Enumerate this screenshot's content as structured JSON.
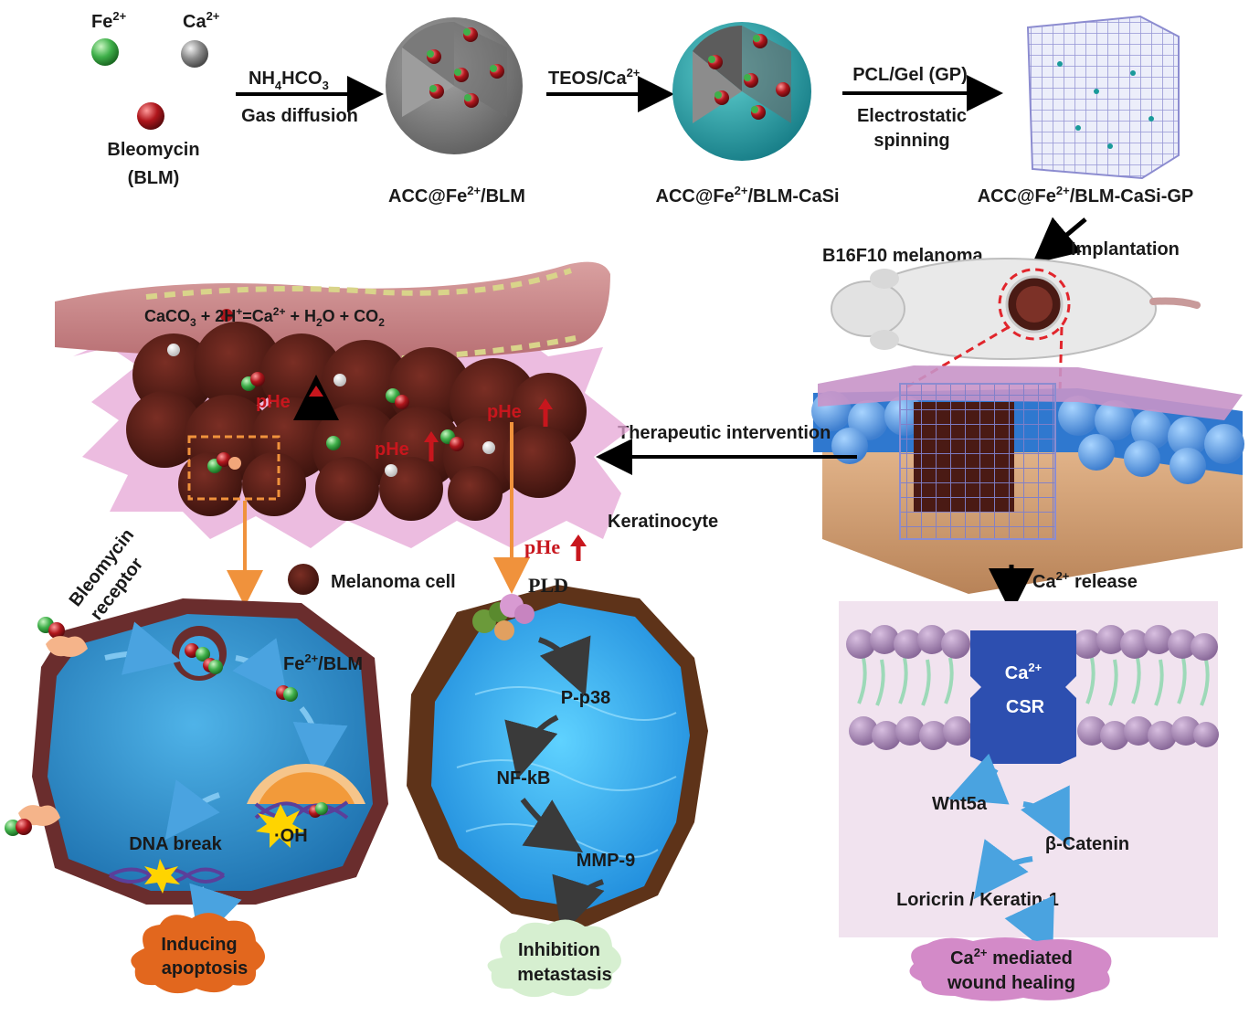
{
  "legend": {
    "fe": "Fe",
    "ca": "Ca",
    "charge": "2+",
    "bleomycin": "Bleomycin",
    "blm_abbr": "(BLM)"
  },
  "synthesis": {
    "step1_reagent_main": "NH",
    "step1_reagent_sub": "4",
    "step1_reagent_mid": "HCO",
    "step1_reagent_sub2": "3",
    "step1_method": "Gas diffusion",
    "product1_a": "ACC@Fe",
    "product1_b": "/BLM",
    "step2_reagent": "TEOS/Ca",
    "product2_a": "ACC@Fe",
    "product2_b": "/BLM-CaSi",
    "step3_reagent": "PCL/Gel (GP)",
    "step3_method_1": "Electrostatic",
    "step3_method_2": "spinning",
    "product3_a": "ACC@Fe",
    "product3_b": "/BLM-CaSi-GP"
  },
  "implant": {
    "step": "Implantation",
    "tumor_label": "B16F10 melanoma"
  },
  "tumor": {
    "equation": {
      "p1": "CaCO",
      "s1": "3",
      "p2": " + 2H",
      "sup1": "+",
      "p3": "=Ca",
      "sup2": "2+",
      "p4": " + H",
      "s2": "2",
      "p5": "O + CO",
      "s3": "2"
    },
    "phe": "pHe",
    "intervention": "Therapeutic intervention",
    "keratinocyte": "Keratinocyte",
    "melanoma_cell": "Melanoma cell"
  },
  "left_cell": {
    "receptor_1": "Bleomycin",
    "receptor_2": "receptor",
    "complex_a": "Fe",
    "complex_b": "/BLM",
    "oh": "·OH",
    "dna_break": "DNA break",
    "outcome_1": "Inducing",
    "outcome_2": "apoptosis"
  },
  "mid_cell": {
    "pld": "PLD",
    "p1": "P-p38",
    "p2": "NF-kB",
    "p3": "MMP-9",
    "outcome_1": "Inhibition",
    "outcome_2": "metastasis"
  },
  "right_panel": {
    "release_a": "Ca",
    "release_b": " release",
    "csr_a": "Ca",
    "csr_b": "CSR",
    "w1": "Wnt5a",
    "w2": "β-Catenin",
    "w3": "Loricrin / Keratin-1",
    "outcome_a": "Ca",
    "outcome_b": " mediated",
    "outcome_c": "wound healing"
  },
  "colors": {
    "fe": "#3fb04a",
    "ca": "#8a8a8a",
    "blm": "#b0161c",
    "tumor": "#4a1a14",
    "vessel": "#c98585",
    "keratinocyte": "#e6a6d6",
    "cell_fill": "#2d8fd0",
    "arrow_orange": "#f0923c",
    "panel_bg": "#f1e3ef"
  }
}
